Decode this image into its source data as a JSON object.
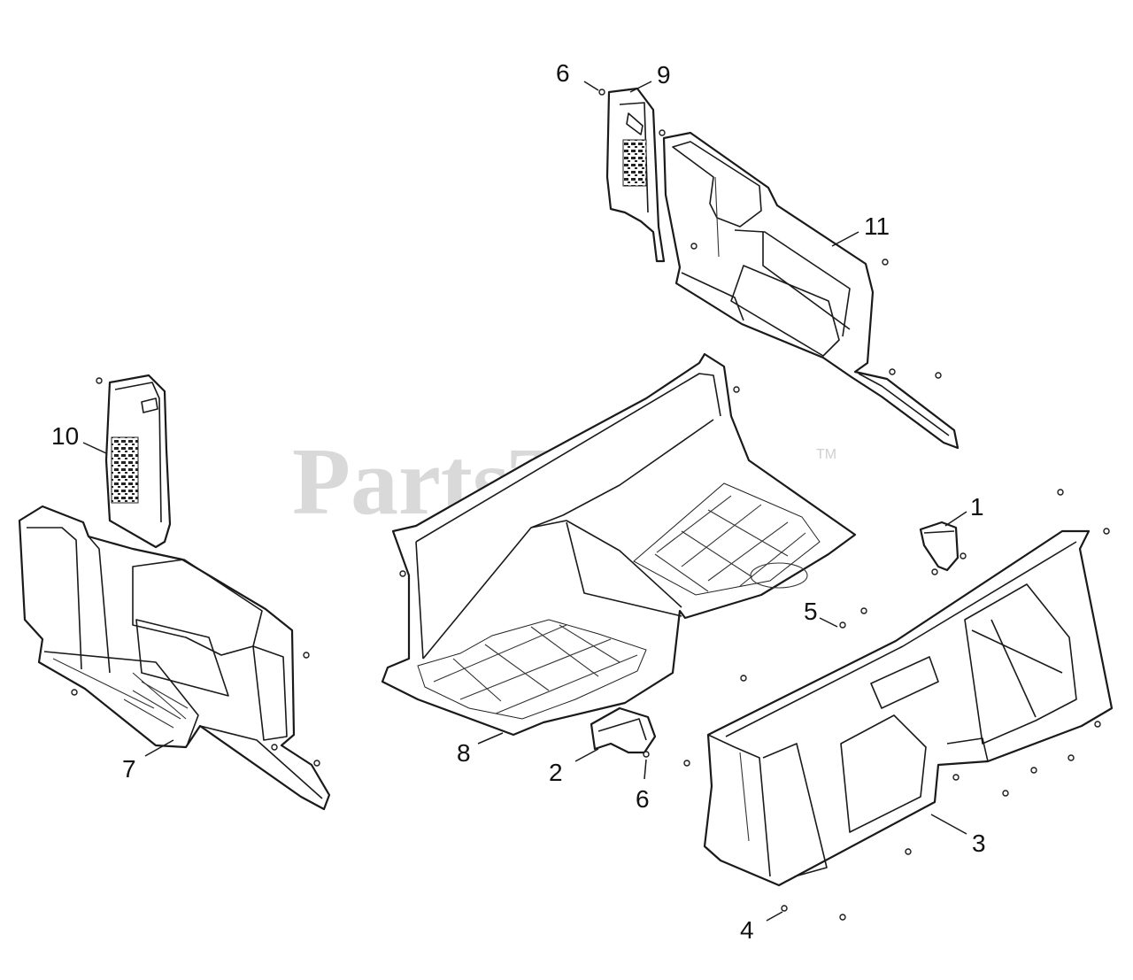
{
  "watermark": {
    "text": "PartsTree",
    "trademark": "TM"
  },
  "callouts": [
    "6",
    "9",
    "11",
    "10",
    "1",
    "5",
    "7",
    "8",
    "2",
    "6",
    "3",
    "4"
  ]
}
